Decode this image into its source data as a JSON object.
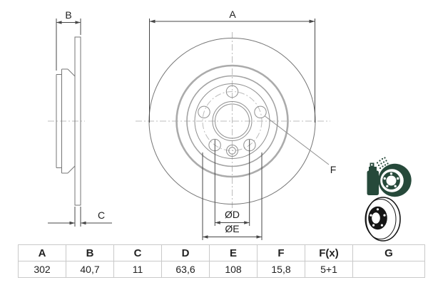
{
  "drawing": {
    "side_view": {
      "label_total_width": "B",
      "label_disc_thickness": "C"
    },
    "front_view": {
      "label_outer_diameter": "A",
      "label_bolt_hole": "F",
      "label_center_bore": "ØD",
      "label_pitch_circle": "ØE"
    }
  },
  "icons": {
    "coated_disc_icon": "spray-coating-disc-icon",
    "disc_icon": "brake-disc-icon"
  },
  "colors": {
    "icon_green": "#26493a",
    "icon_black": "#161616",
    "outline_gray": "#757575",
    "thick_circle_gray": "#ababab",
    "centerline_gray": "#bcbcbc",
    "dimension_dark": "#474747",
    "table_border": "#c9c9c9",
    "text": "#222222"
  },
  "table": {
    "headers": [
      "A",
      "B",
      "C",
      "D",
      "E",
      "F",
      "F(x)",
      "G"
    ],
    "values": [
      "302",
      "40,7",
      "11",
      "63,6",
      "108",
      "15,8",
      "5+1",
      ""
    ]
  }
}
